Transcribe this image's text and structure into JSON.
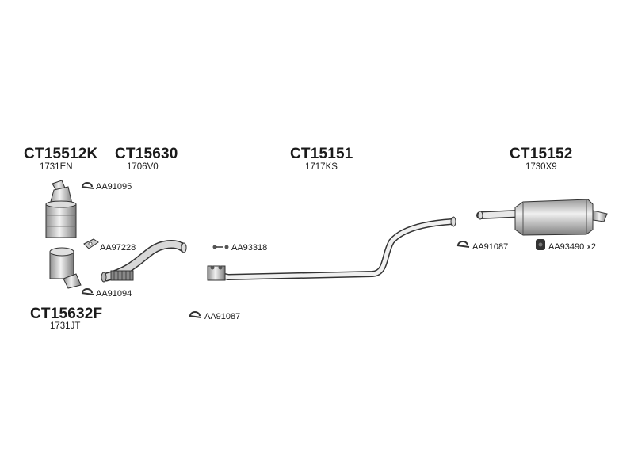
{
  "groups": [
    {
      "code": "CT15512K",
      "ref": "1731EN"
    },
    {
      "code": "CT15630",
      "ref": "1706V0"
    },
    {
      "code": "CT15151",
      "ref": "1717KS"
    },
    {
      "code": "CT15152",
      "ref": "1730X9"
    },
    {
      "code": "CT15632F",
      "ref": "1731JT"
    }
  ],
  "parts": [
    {
      "label": "AA91095"
    },
    {
      "label": "AA97228"
    },
    {
      "label": "AA91094"
    },
    {
      "label": "AA93318"
    },
    {
      "label": "AA91087"
    },
    {
      "label": "AA91087"
    },
    {
      "label": "AA93490 x2"
    }
  ],
  "colors": {
    "line": "#333333",
    "shade": "#9a9a9a",
    "light": "#e6e6e6"
  },
  "icons": [
    "clamp-icon",
    "gasket-icon",
    "bolt-icon",
    "rubber-hanger-icon"
  ]
}
